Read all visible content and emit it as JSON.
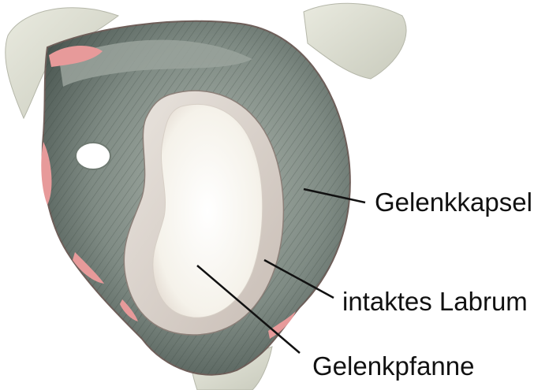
{
  "labels": {
    "capsule": "Gelenkkapsel",
    "labrum": "intaktes Labrum",
    "socket": "Gelenkpfanne"
  },
  "colors": {
    "background": "#ffffff",
    "bone": "#dcddd0",
    "capsule_dark": "#4f5c56",
    "capsule_light": "#a9b2aa",
    "labrum": "#ddd6cf",
    "glenoid": "#f7f4ee",
    "tendon_pink": "#e79a9a",
    "leader": "#111111"
  }
}
